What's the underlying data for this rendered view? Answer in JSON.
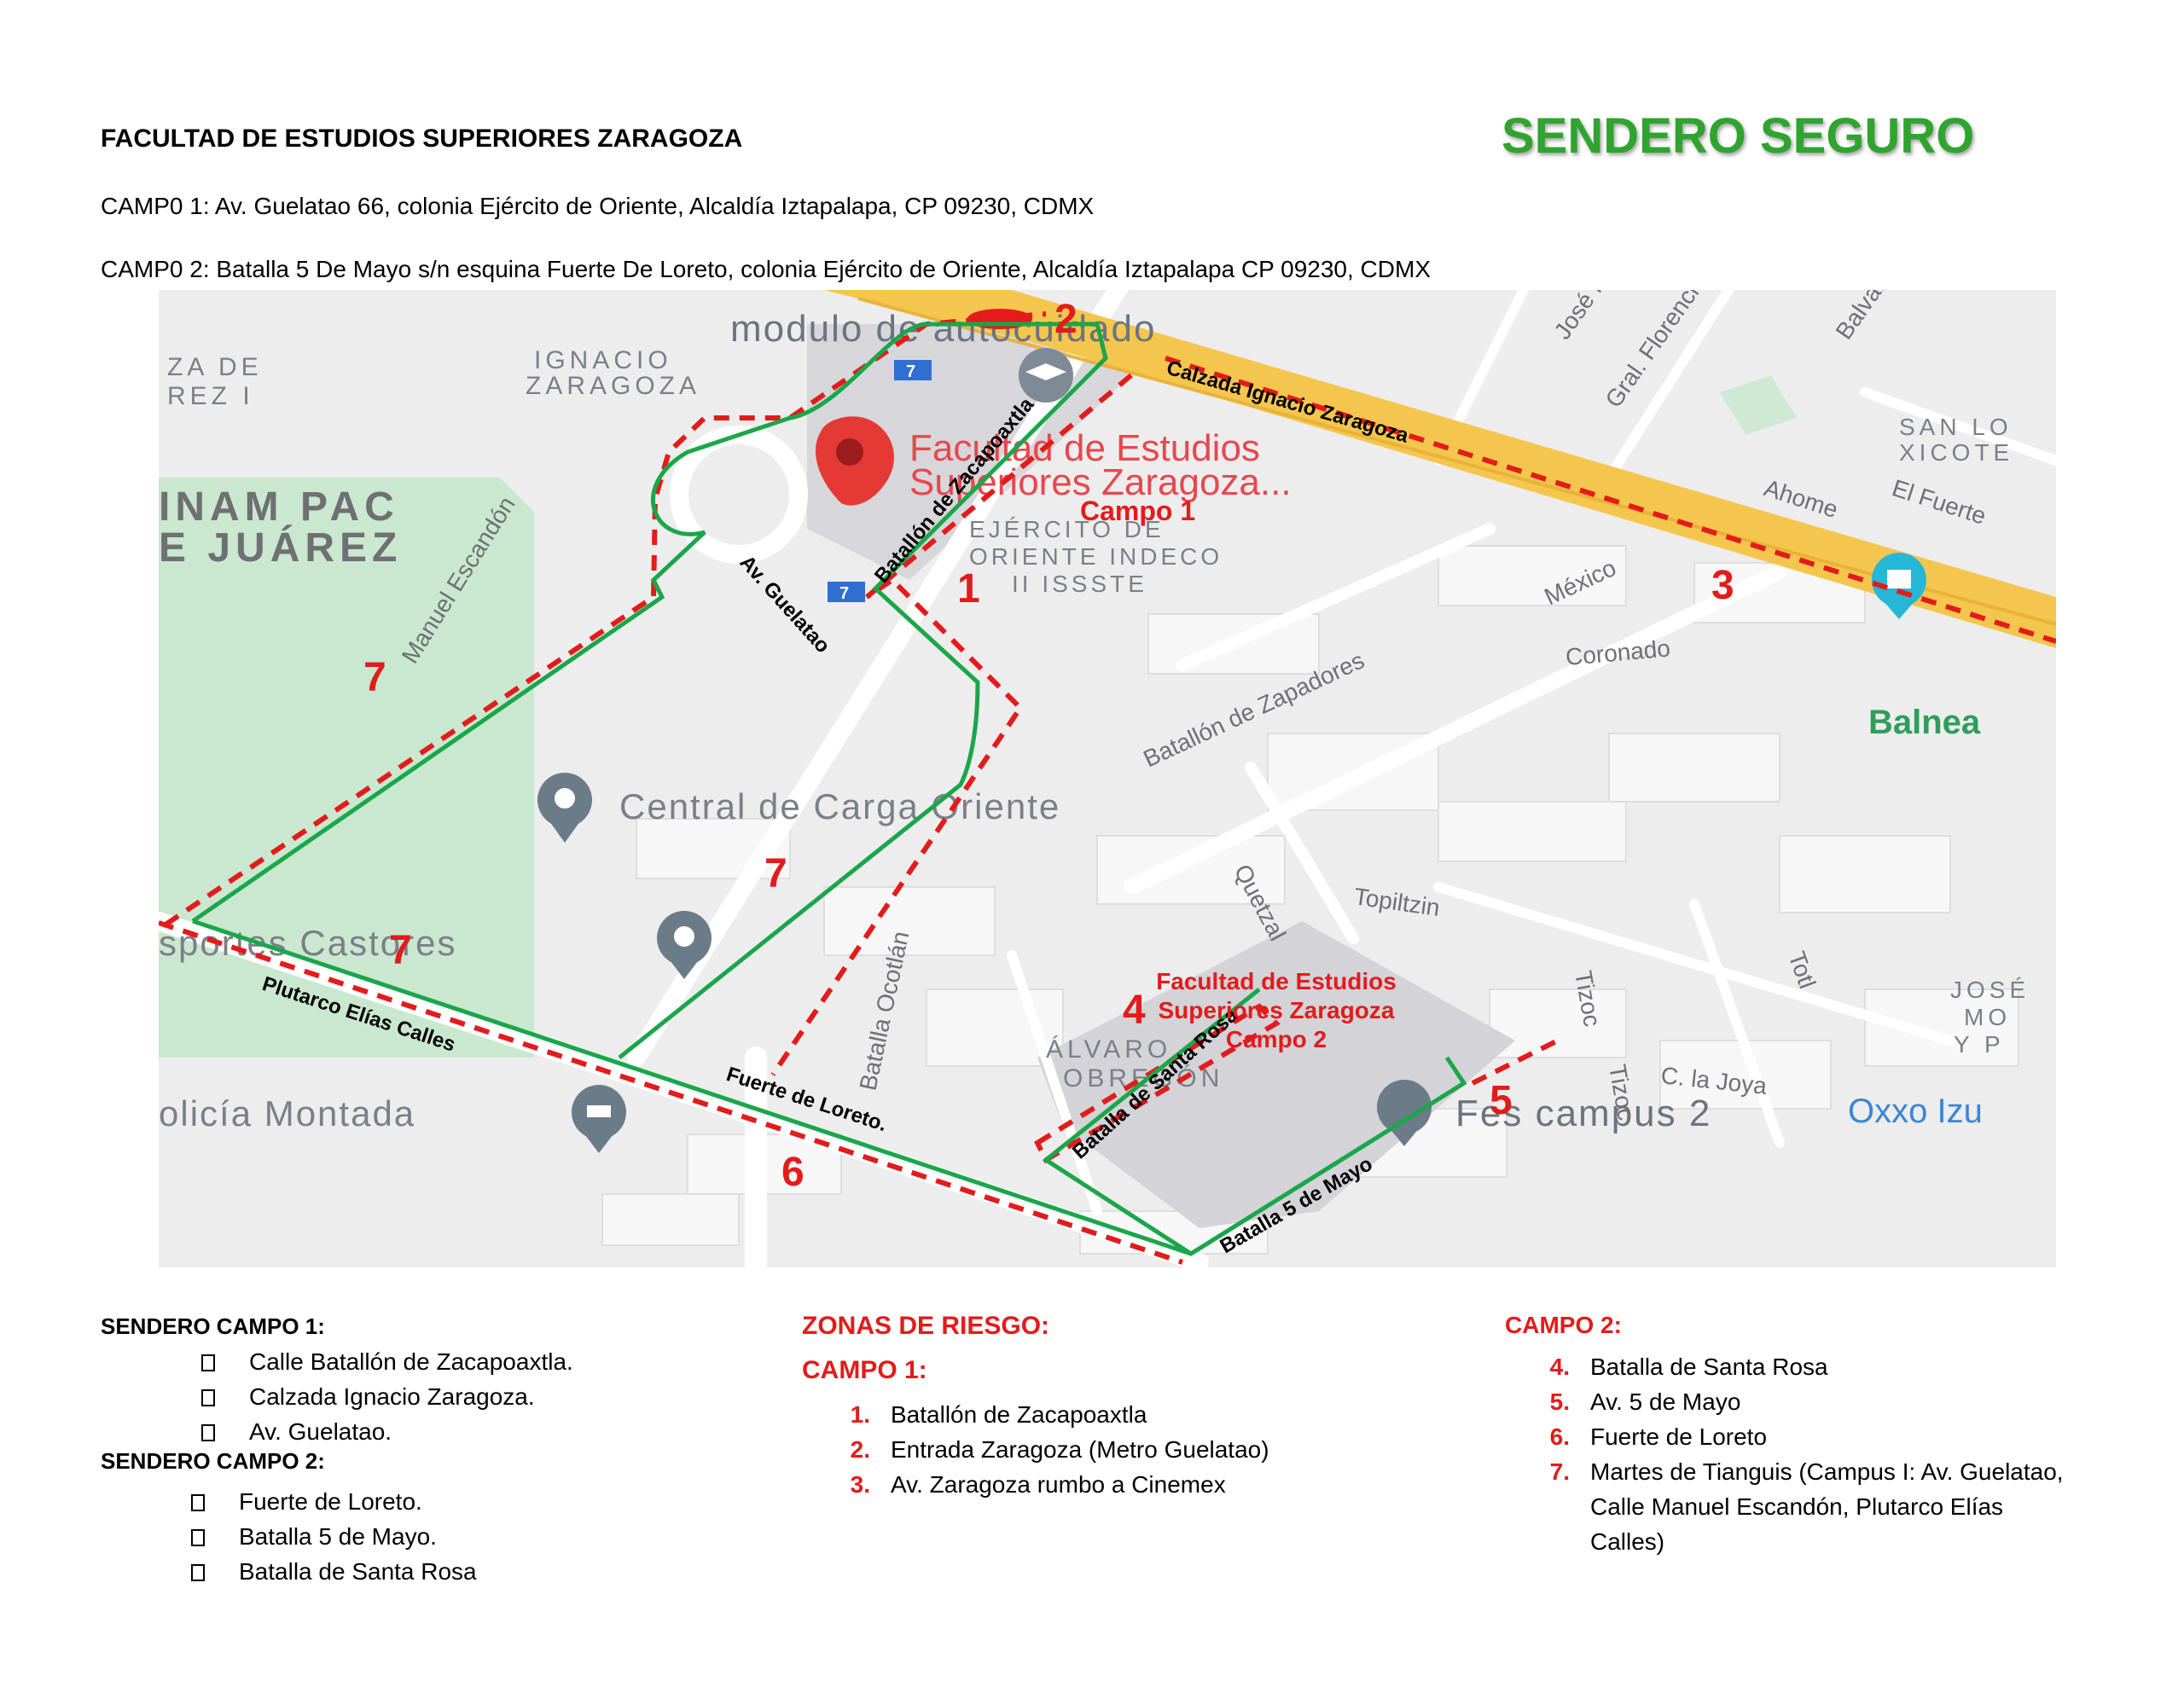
{
  "header": {
    "title": "FACULTAD DE ESTUDIOS SUPERIORES ZARAGOZA",
    "badge": "SENDERO SEGURO",
    "campus1_address": "CAMP0 1: Av. Guelatao 66,  colonia Ejército de Oriente, Alcaldía Iztapalapa, CP 09230, CDMX",
    "campus2_address": "CAMP0 2: Batalla 5 De Mayo s/n esquina Fuerte De Loreto, colonia Ejército de Oriente, Alcaldía Iztapalapa CP 09230, CDMX"
  },
  "colors": {
    "safe_route": "#1aa64a",
    "risk_zone": "#e31b1b",
    "badge": "#2fa42f",
    "map_bg": "#ededee",
    "avenue": "#f5c64d"
  },
  "map": {
    "labels": {
      "modulo": "modulo de autocuidado",
      "ignacio": "IGNACIO\nZARAGOZA",
      "zade": "ZA DE\nREZ I",
      "unam": "INAM PAC\nE JUÁREZ",
      "fes_top1": "Facultad de Estudios",
      "fes_top2": "Superiores Zaragoza...",
      "campo1": "Campo 1",
      "ejercito": "EJÉRCITO DE\nORIENTE INDECO\nII ISSSTE",
      "central": "Central de Carga Oriente",
      "castores": "sportes Castores",
      "policia": "olicía Montada",
      "alvaro": "ÁLVARO\nOBREGÓN",
      "fes_campus2": "Fes campus 2",
      "oxxo": "Oxxo Izu",
      "balnea": "Balnea",
      "san_lo": "SAN LO\nXICOTE",
      "jose_mo": "JOSÉ\nMO\nY P",
      "fes_c2_1": "Facultad de Estudios",
      "fes_c2_2": "Superiores Zaragoza",
      "fes_c2_3": "Campo 2",
      "metro_badge": "7"
    },
    "streets": {
      "calzada": "Calzada Ignacio Zaragoza",
      "zacapoaxtla": "Batallón de Zacapoaxtla",
      "guelatao": "Av. Guelatao",
      "plutarco": "Plutarco Elías Calles",
      "fuerte": "Fuerte de Loreto.",
      "santa_rosa": "Batalla de Santa Rosa",
      "cinco_mayo": "Batalla 5 de Mayo",
      "manuel": "Manuel Escandón",
      "zapadores": "Batallón de Zapadores",
      "mexico": "México",
      "coronado": "Coronado",
      "ahome": "Ahome",
      "elfuerte": "El Fuerte",
      "quetzal": "Quetzal",
      "topiltzin": "Topiltzin",
      "totl": "Totl",
      "tizoc": "Tizoc",
      "tizoc2": "Tizoc",
      "cjoya": "C. la Joya",
      "ocotlan": "Batalla Ocotlán",
      "jose_ma": "José M",
      "gral": "Gral. Florencio",
      "balvan": "Balvane"
    },
    "zone_markers": [
      "1",
      "2",
      "3",
      "4",
      "5",
      "6",
      "7",
      "7",
      "7"
    ]
  },
  "lists": {
    "sendero1_title": "SENDERO CAMPO 1:",
    "sendero1_items": [
      "Calle Batallón de Zacapoaxtla.",
      "Calzada Ignacio Zaragoza.",
      "Av. Guelatao."
    ],
    "sendero2_title": "SENDERO CAMPO 2:",
    "sendero2_items": [
      "Fuerte de Loreto.",
      "Batalla 5 de Mayo.",
      "Batalla de Santa Rosa"
    ],
    "riesgo_title": "ZONAS DE RIESGO:",
    "riesgo_campo1_title": "CAMPO 1:",
    "riesgo_campo1_items": [
      {
        "n": "1.",
        "t": "Batallón de Zacapoaxtla"
      },
      {
        "n": "2.",
        "t": "Entrada Zaragoza (Metro Guelatao)"
      },
      {
        "n": "3.",
        "t": "Av. Zaragoza rumbo a Cinemex"
      }
    ],
    "riesgo_campo2_title": "CAMPO 2:",
    "riesgo_campo2_items": [
      {
        "n": "4.",
        "t": "Batalla de Santa Rosa"
      },
      {
        "n": "5.",
        "t": "Av. 5 de Mayo"
      },
      {
        "n": "6.",
        "t": "Fuerte de Loreto"
      },
      {
        "n": "7.",
        "t": "Martes de Tianguis (Campus I: Av. Guelatao, Calle Manuel Escandón, Plutarco Elías Calles)"
      }
    ]
  }
}
